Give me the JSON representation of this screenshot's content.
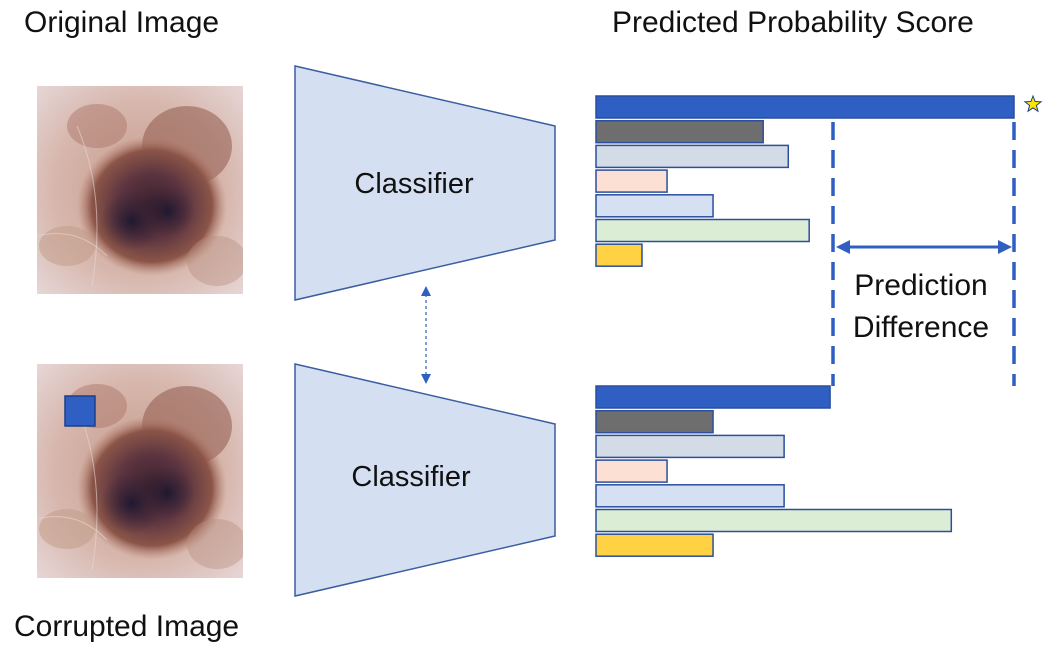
{
  "titles": {
    "original_image": "Original Image",
    "corrupted_image": "Corrupted Image",
    "predicted_probability_score": "Predicted Probability Score"
  },
  "classifiers": [
    {
      "label": "Classifier"
    },
    {
      "label": "Classifier"
    }
  ],
  "prediction_difference": {
    "line1": "Prediction",
    "line2": "Difference"
  },
  "colors": {
    "classifier_fill": "#d4e0f2",
    "classifier_stroke": "#3c5da0",
    "arrow": "#2f5fc2",
    "patch": "#2f5fc2",
    "star": "#ffe600"
  },
  "bar_colors": [
    "#2f5fc2",
    "#6e6e6e",
    "#d3dbe7",
    "#fce0d3",
    "#d5e0f2",
    "#dcedd5",
    "#fed242"
  ],
  "original_scores": [
    1.0,
    0.4,
    0.46,
    0.17,
    0.28,
    0.51,
    0.11
  ],
  "corrupted_scores": [
    0.56,
    0.28,
    0.45,
    0.17,
    0.45,
    0.85,
    0.28
  ]
}
